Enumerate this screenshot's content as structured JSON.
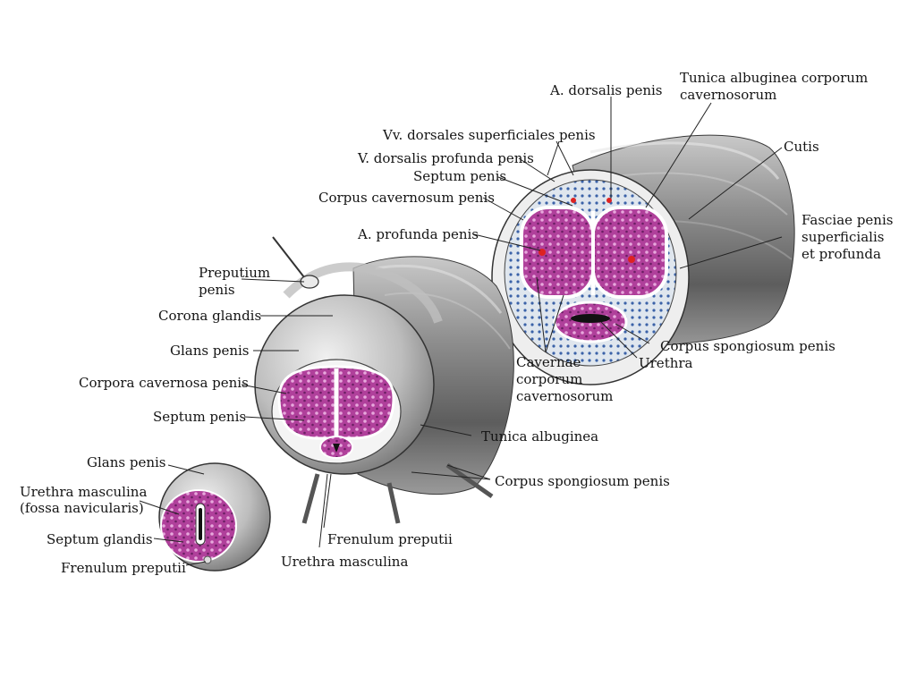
{
  "labels": {
    "a_dorsalis_penis": "A. dorsalis penis",
    "tunica_albuginea_corporum_1": "Tunica albuginea corporum",
    "tunica_albuginea_corporum_2": "cavernosorum",
    "vv_dorsales_superficiales": "Vv. dorsales superficiales penis",
    "v_dorsalis_profunda": "V. dorsalis profunda penis",
    "septum_penis_top": "Septum penis",
    "corpus_cavernosum_penis": "Corpus cavernosum penis",
    "a_profunda_penis": "A. profunda penis",
    "cutis": "Cutis",
    "fasciae_1": "Fasciae penis",
    "fasciae_2": "superficialis",
    "fasciae_3": "et profunda",
    "preputium_1": "Preputium",
    "preputium_2": "penis",
    "corona_glandis": "Corona glandis",
    "glans_penis_mid": "Glans penis",
    "corpora_cavernosa_penis": "Corpora cavernosa penis",
    "septum_penis_mid": "Septum penis",
    "corpus_spongiosum_right": "Corpus spongiosum penis",
    "urethra_right": "Urethra",
    "cavernae_1": "Cavernae",
    "cavernae_2": "corporum",
    "cavernae_3": "cavernosorum",
    "tunica_albuginea": "Tunica albuginea",
    "corpus_spongiosum_mid": "Corpus spongiosum penis",
    "glans_penis_small": "Glans penis",
    "urethra_masculina_small_1": "Urethra masculina",
    "urethra_masculina_small_2": "(fossa navicularis)",
    "septum_glandis": "Septum glandis",
    "frenulum_preputii_small": "Frenulum preputii",
    "frenulum_preputii_mid": "Frenulum preputii",
    "urethra_masculina_mid": "Urethra masculina"
  }
}
